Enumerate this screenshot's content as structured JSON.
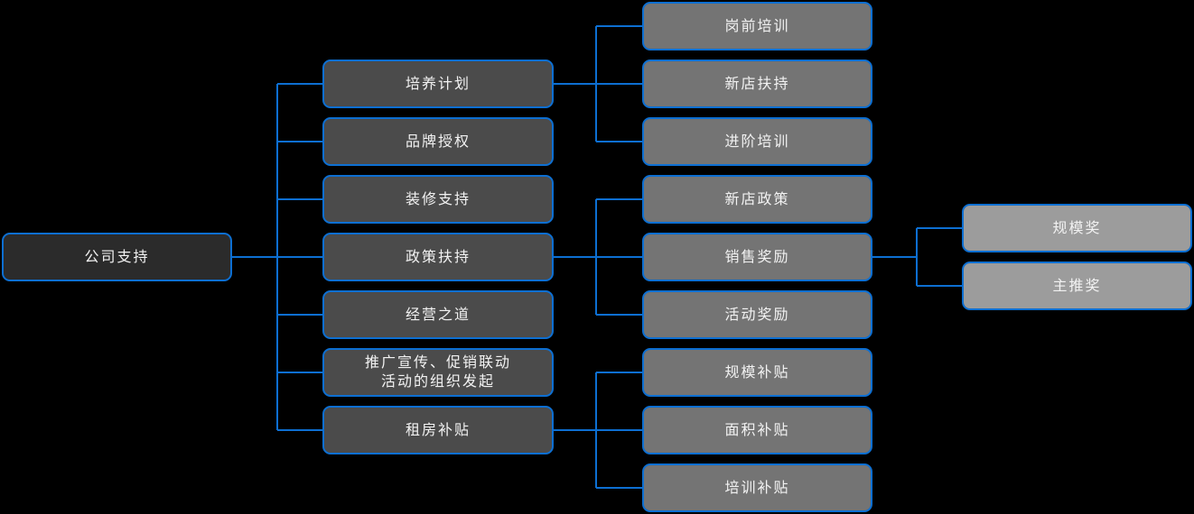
{
  "colors": {
    "background": "#000000",
    "connector": "#0d6fd2",
    "node_border": "#0d6fd2",
    "node_text": "#f2f2f2",
    "root_fill": "#2b2b2b",
    "level2_fill": "#4b4b4b",
    "level3_fill": "#747474",
    "level4_fill": "#9c9c9c"
  },
  "tree": {
    "root": {
      "label": "公司支持"
    },
    "branches": [
      {
        "label": "培养计划",
        "children": [
          {
            "label": "岗前培训"
          },
          {
            "label": "新店扶持"
          },
          {
            "label": "进阶培训"
          }
        ]
      },
      {
        "label": "品牌授权"
      },
      {
        "label": "装修支持"
      },
      {
        "label": "政策扶持",
        "children": [
          {
            "label": "新店政策"
          },
          {
            "label": "销售奖励",
            "children": [
              {
                "label": "规模奖"
              },
              {
                "label": "主推奖"
              }
            ]
          },
          {
            "label": "活动奖励"
          }
        ]
      },
      {
        "label": "经营之道"
      },
      {
        "label": "推广宣传、促销联动\n活动的组织发起"
      },
      {
        "label": "租房补贴",
        "children": [
          {
            "label": "规模补贴"
          },
          {
            "label": "面积补贴"
          },
          {
            "label": "培训补贴"
          }
        ]
      }
    ]
  }
}
